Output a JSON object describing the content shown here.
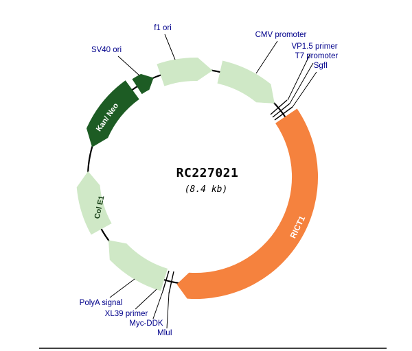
{
  "diagram": {
    "center_label": "RC227021",
    "center_sublabel": "(8.4 kb)"
  },
  "colors": {
    "backbone": "#000000",
    "feature_light_green": "#cfe8c6",
    "feature_dark_green": "#1d5c24",
    "feature_orange": "#f5823e",
    "label_text": "#00008b",
    "feature_label_light": "#ffffff",
    "feature_label_dark": "#123a12",
    "center_text": "#000000"
  },
  "labels": {
    "f1_ori": "f1 ori",
    "sv40_ori": "SV40 ori",
    "cmv_promoter": "CMV promoter",
    "vp15_primer": "VP1.5 primer",
    "t7_promoter": "T7 promoter",
    "sgfi": "SgfI",
    "orf": "RICT1",
    "mlui": "MluI",
    "myc_ddk": "Myc-DDK",
    "xl39_primer": "XL39 primer",
    "polya_signal": "PolyA signal",
    "col_e1": "Col E1",
    "kan_neo": "Kan/ Neo"
  }
}
